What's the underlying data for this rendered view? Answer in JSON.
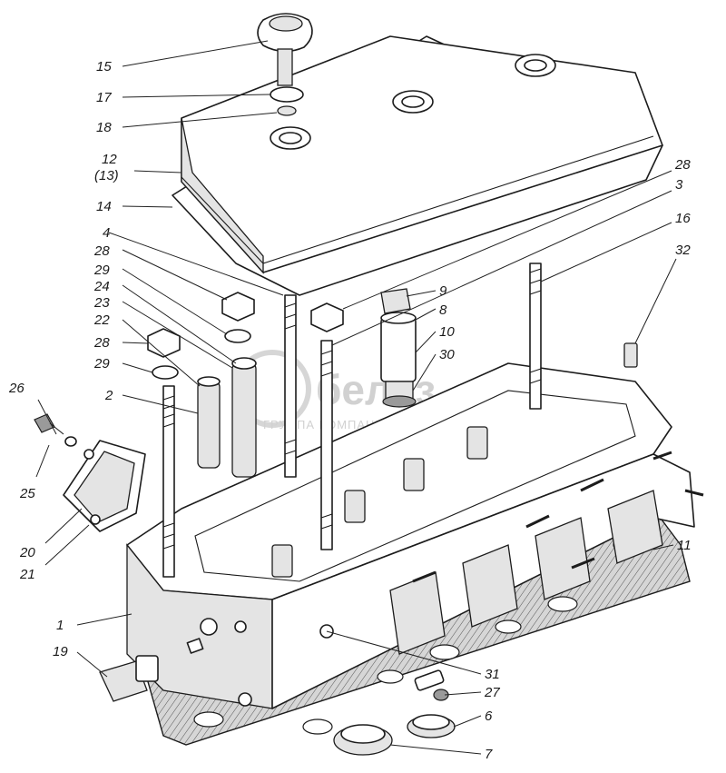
{
  "diagram": {
    "callouts": [
      {
        "id": "c15",
        "text": "15"
      },
      {
        "id": "c17",
        "text": "17"
      },
      {
        "id": "c18",
        "text": "18"
      },
      {
        "id": "c12",
        "text": "12"
      },
      {
        "id": "c13",
        "text": "(13)"
      },
      {
        "id": "c14",
        "text": "14"
      },
      {
        "id": "c4",
        "text": "4"
      },
      {
        "id": "c28a",
        "text": "28"
      },
      {
        "id": "c29a",
        "text": "29"
      },
      {
        "id": "c24",
        "text": "24"
      },
      {
        "id": "c23",
        "text": "23"
      },
      {
        "id": "c22",
        "text": "22"
      },
      {
        "id": "c28b",
        "text": "28"
      },
      {
        "id": "c29b",
        "text": "29"
      },
      {
        "id": "c2",
        "text": "2"
      },
      {
        "id": "c26",
        "text": "26"
      },
      {
        "id": "c25",
        "text": "25"
      },
      {
        "id": "c20",
        "text": "20"
      },
      {
        "id": "c21",
        "text": "21"
      },
      {
        "id": "c1",
        "text": "1"
      },
      {
        "id": "c19",
        "text": "19"
      },
      {
        "id": "c28c",
        "text": "28"
      },
      {
        "id": "c3",
        "text": "3"
      },
      {
        "id": "c16",
        "text": "16"
      },
      {
        "id": "c32",
        "text": "32"
      },
      {
        "id": "c9",
        "text": "9"
      },
      {
        "id": "c8",
        "text": "8"
      },
      {
        "id": "c10",
        "text": "10"
      },
      {
        "id": "c30",
        "text": "30"
      },
      {
        "id": "c11",
        "text": "11"
      },
      {
        "id": "c31",
        "text": "31"
      },
      {
        "id": "c27",
        "text": "27"
      },
      {
        "id": "c6",
        "text": "6"
      },
      {
        "id": "c7",
        "text": "7"
      }
    ],
    "watermark": {
      "brand": "белаз",
      "tagline": "ГРУППА КОМПАНИЙ"
    }
  }
}
